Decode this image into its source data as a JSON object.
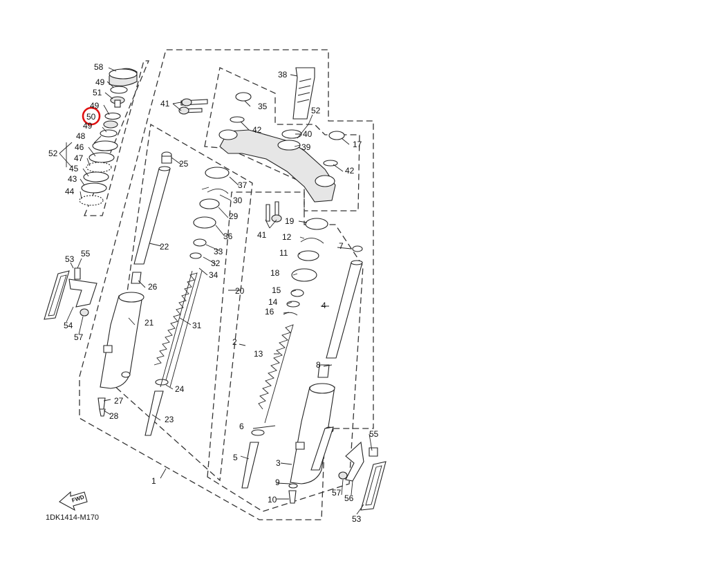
{
  "diagram_code": "1DK1414-M170",
  "fwd_text": "FWD",
  "highlight_color": "#e01010",
  "highlighted_part": "50",
  "labels": {
    "p1": "1",
    "p2": "2",
    "p3": "3",
    "p4": "4",
    "p5": "5",
    "p6": "6",
    "p7": "7",
    "p8": "8",
    "p9": "9",
    "p10": "10",
    "p11": "11",
    "p12": "12",
    "p13": "13",
    "p14": "14",
    "p15": "15",
    "p16": "16",
    "p17": "17",
    "p18": "18",
    "p19": "19",
    "p20": "20",
    "p21": "21",
    "p22": "22",
    "p23": "23",
    "p24": "24",
    "p25": "25",
    "p26": "26",
    "p27": "27",
    "p28": "28",
    "p29": "29",
    "p30": "30",
    "p31": "31",
    "p32": "32",
    "p33": "33",
    "p34": "34",
    "p35": "35",
    "p36": "36",
    "p37": "37",
    "p38": "38",
    "p39": "39",
    "p40": "40",
    "p41a": "41",
    "p41b": "41",
    "p42a": "42",
    "p42b": "42",
    "p43": "43",
    "p44": "44",
    "p45": "45",
    "p46": "46",
    "p47": "47",
    "p48": "48",
    "p49a": "49",
    "p49b": "49",
    "p49c": "49",
    "p50": "50",
    "p51": "51",
    "p52a": "52",
    "p52b": "52",
    "p53a": "53",
    "p53b": "53",
    "p54": "54",
    "p55a": "55",
    "p55b": "55",
    "p56": "56",
    "p57a": "57",
    "p57b": "57",
    "p58": "58"
  }
}
